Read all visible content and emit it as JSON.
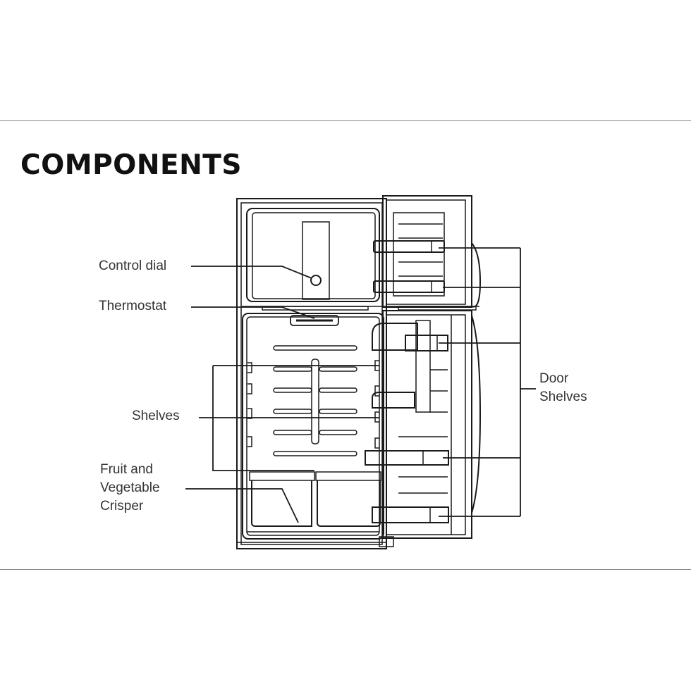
{
  "heading": "COMPONENTS",
  "labels": {
    "control_dial": "Control dial",
    "thermostat": "Thermostat",
    "shelves": "Shelves",
    "fruit_line1": "Fruit and",
    "fruit_line2": "Vegetable",
    "fruit_line3": "Crisper",
    "door_line1": "Door",
    "door_line2": "Shelves"
  },
  "colors": {
    "line": "#1a1a1a",
    "rule": "#8a8a8a",
    "text": "#333333"
  }
}
